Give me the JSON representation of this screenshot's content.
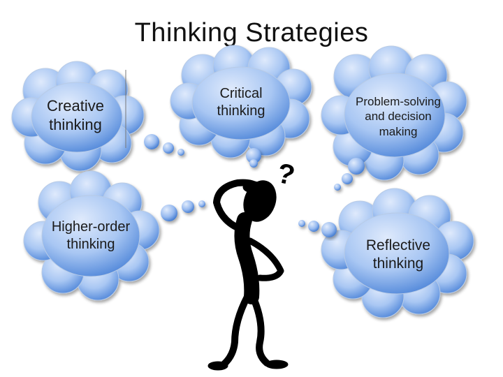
{
  "title": "Thinking Strategies",
  "clouds": {
    "creative": "Creative thinking",
    "critical": "Critical thinking",
    "problem": "Problem-solving and decision making",
    "higher": "Higher-order thinking",
    "reflective": "Reflective thinking"
  },
  "question_mark": "?",
  "colors": {
    "cloud_light": "#d6e6fb",
    "cloud_dark": "#4f86d9",
    "figure": "#000000"
  }
}
